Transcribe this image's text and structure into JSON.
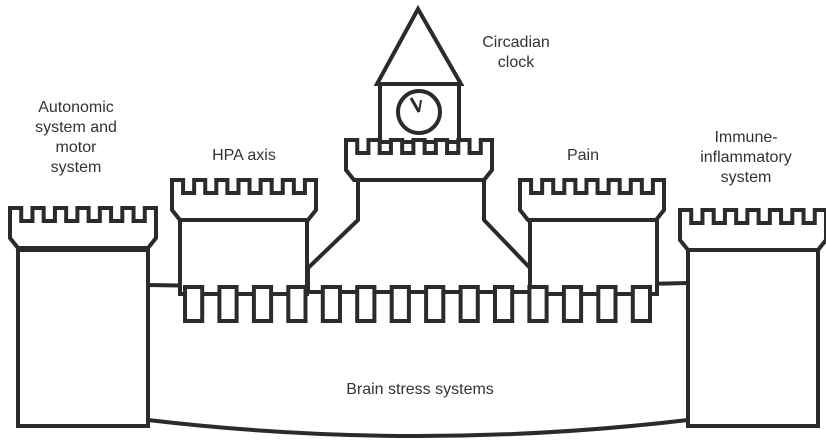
{
  "diagram": {
    "labels": {
      "autonomic": [
        "Autonomic",
        "system and",
        "motor",
        "system"
      ],
      "hpa": [
        "HPA axis"
      ],
      "circadian": [
        "Circadian",
        "clock"
      ],
      "pain": [
        "Pain"
      ],
      "immune": [
        "Immune-",
        "inflammatory",
        "system"
      ],
      "base": [
        "Brain stress systems"
      ]
    },
    "colors": {
      "stroke": "#2b2b2b",
      "fill": "#ffffff",
      "text": "#333333"
    },
    "icons": [
      "clock-icon"
    ]
  }
}
